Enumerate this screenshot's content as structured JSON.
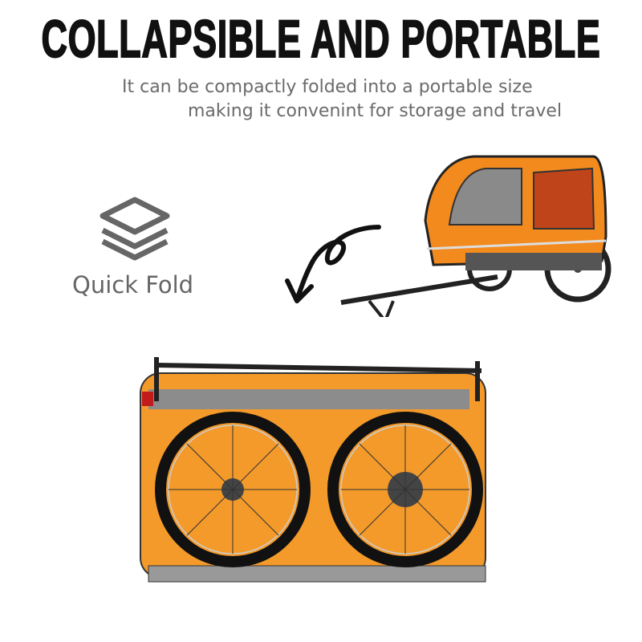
{
  "headline": "COLLAPSIBLE AND PORTABLE",
  "subtitle": {
    "line1": "It can be compactly folded into a portable size",
    "line2": "making it convenint for storage and travel"
  },
  "feature": {
    "label": "Quick Fold",
    "icon": "layers-icon"
  },
  "colors": {
    "accent_orange": "#f28a1e",
    "text_gray": "#6b6b6b",
    "headline": "#111111"
  }
}
